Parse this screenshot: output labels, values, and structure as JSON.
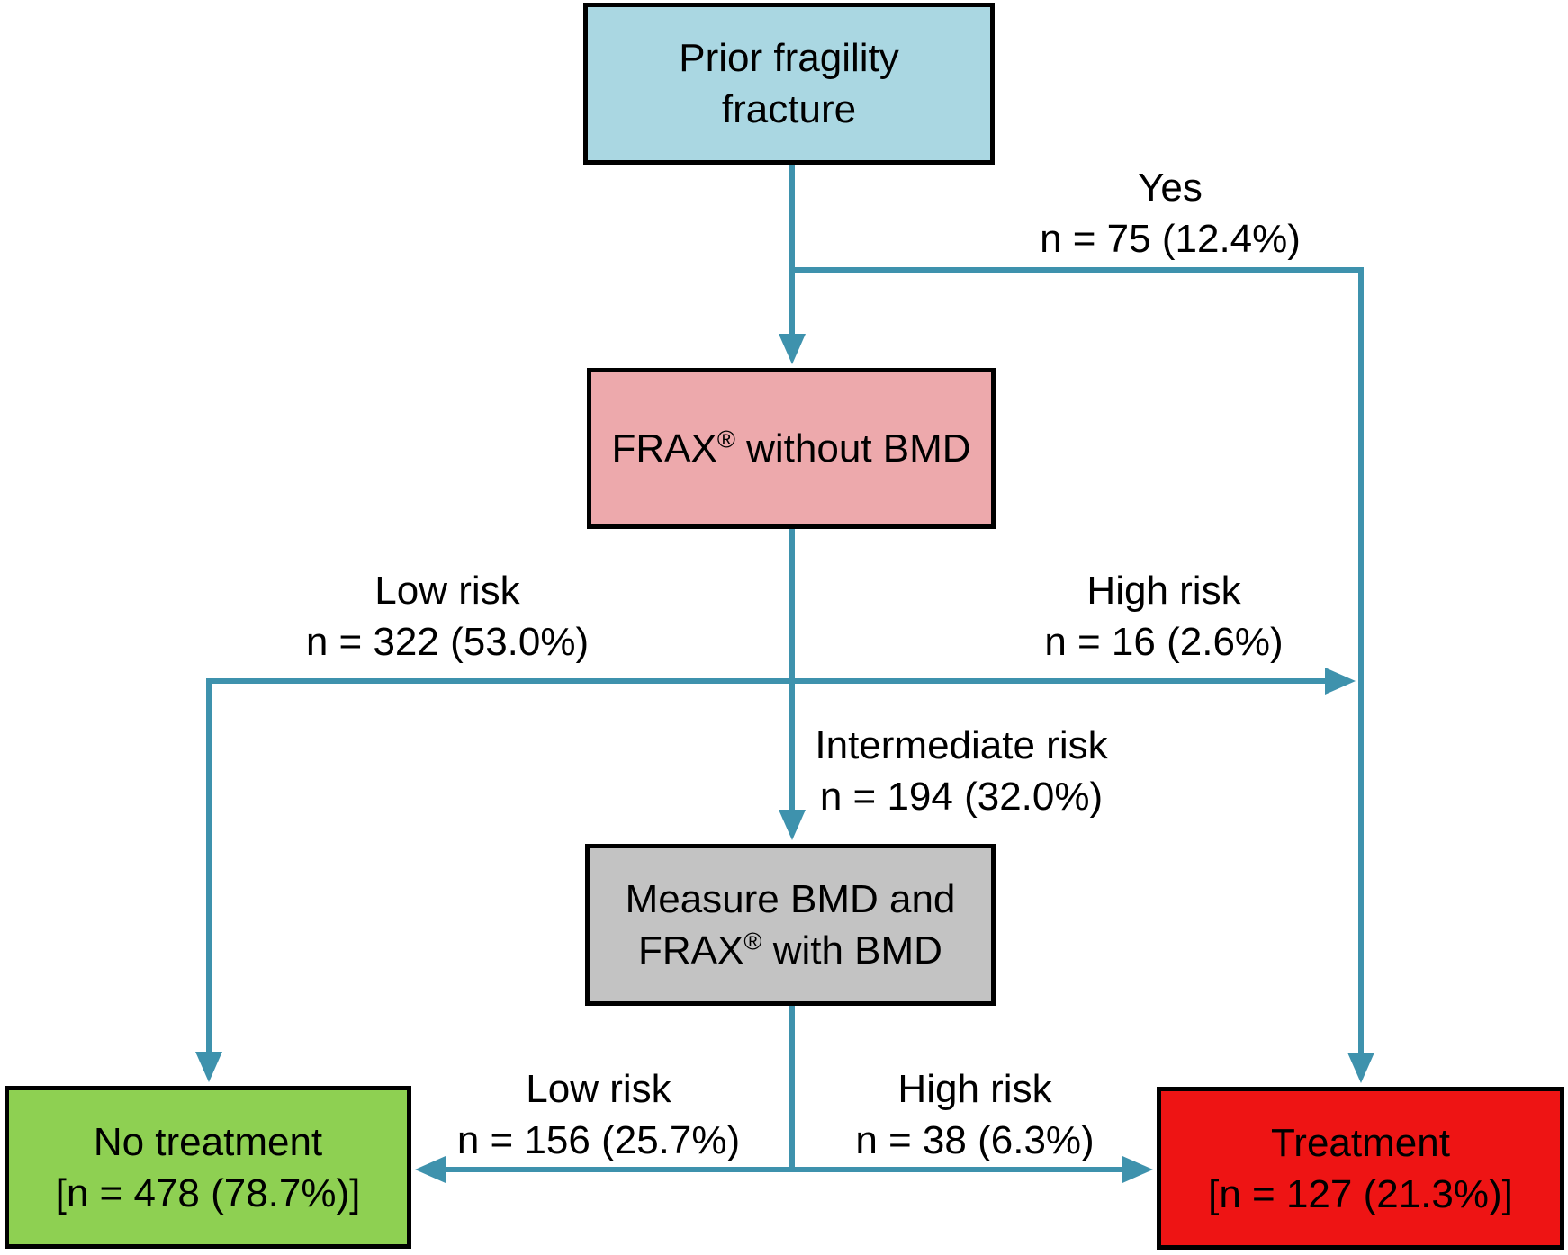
{
  "diagram": {
    "background_color": "#ffffff",
    "arrow_color": "#3e92ad",
    "border_color": "#000000",
    "text_color": "#000000",
    "nodes": {
      "prior_fracture": {
        "line1": "Prior fragility",
        "line2": "fracture",
        "fill": "#aad7e2"
      },
      "frax_without_bmd": {
        "pre": "FRAX",
        "sup": "®",
        "post": " without BMD",
        "fill": "#eda9ac"
      },
      "measure_bmd": {
        "line1": "Measure BMD and",
        "pre": "FRAX",
        "sup": "®",
        "post": " with BMD",
        "fill": "#c3c3c3"
      },
      "no_treatment": {
        "line1": "No treatment",
        "line2": "[n = 478 (78.7%)]",
        "fill": "#8ed052"
      },
      "treatment": {
        "line1": "Treatment",
        "line2": "[n = 127 (21.3%)]",
        "fill": "#ee1414"
      }
    },
    "edge_labels": {
      "yes": {
        "line1": "Yes",
        "line2": "n = 75 (12.4%)"
      },
      "low_risk_frax": {
        "line1": "Low risk",
        "line2": "n = 322 (53.0%)"
      },
      "high_risk_frax": {
        "line1": "High risk",
        "line2": "n = 16 (2.6%)"
      },
      "intermediate_risk": {
        "line1": "Intermediate risk",
        "line2": "n = 194 (32.0%)"
      },
      "low_risk_bmd": {
        "line1": "Low risk",
        "line2": "n = 156 (25.7%)"
      },
      "high_risk_bmd": {
        "line1": "High risk",
        "line2": "n = 38 (6.3%)"
      }
    }
  }
}
